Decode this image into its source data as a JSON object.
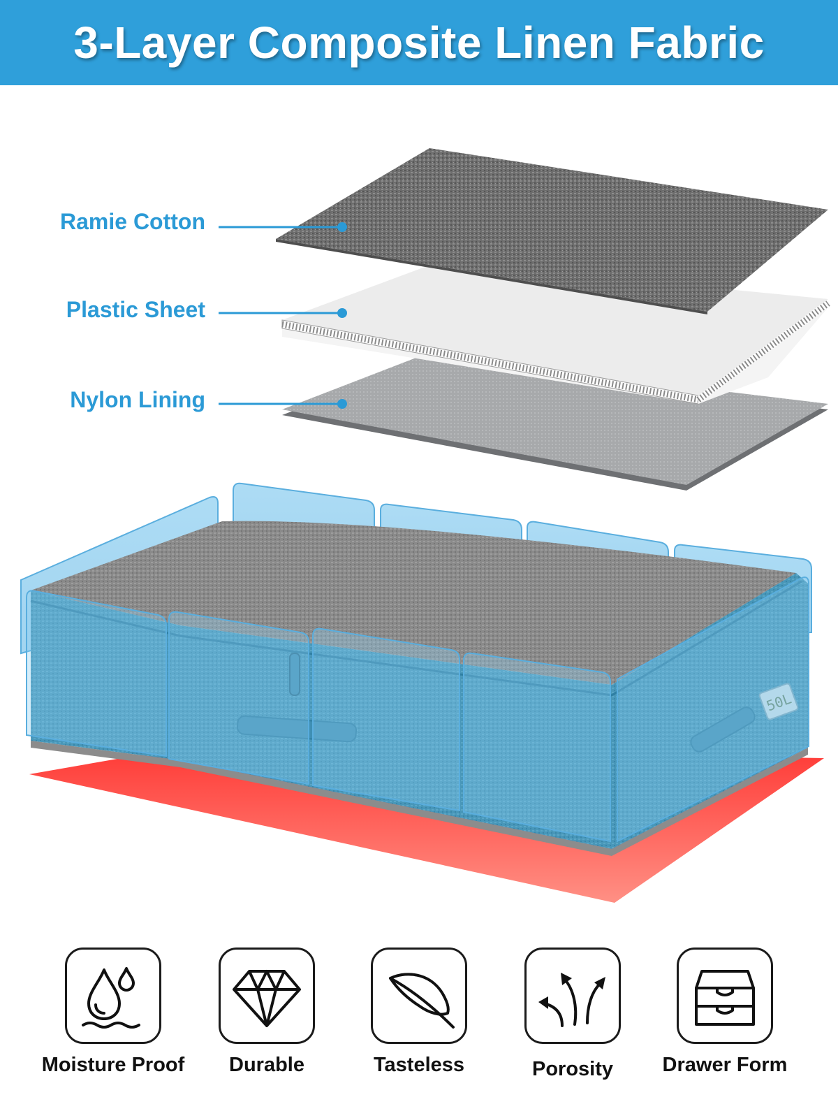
{
  "header": {
    "title": "3-Layer Composite Linen Fabric",
    "background_color": "#2f9fda"
  },
  "layers": [
    {
      "label": "Ramie Cotton",
      "icon": "fabric-layer"
    },
    {
      "label": "Plastic Sheet",
      "icon": "corrugated-layer"
    },
    {
      "label": "Nylon Lining",
      "icon": "lining-layer"
    }
  ],
  "product": {
    "capacity_tag": "50L"
  },
  "features": [
    {
      "label": "Moisture Proof",
      "icon": "water-drops-icon"
    },
    {
      "label": "Durable",
      "icon": "diamond-icon"
    },
    {
      "label": "Tasteless",
      "icon": "leaf-icon"
    },
    {
      "label": "Porosity",
      "icon": "airflow-arrows-icon"
    },
    {
      "label": "Drawer Form",
      "icon": "drawer-icon"
    }
  ],
  "colors": {
    "accent_blue": "#2b9ad6",
    "box_blue": "#3f93b8",
    "glow_red": "#ff4b47",
    "fabric_gray": "#7a7a7a"
  }
}
